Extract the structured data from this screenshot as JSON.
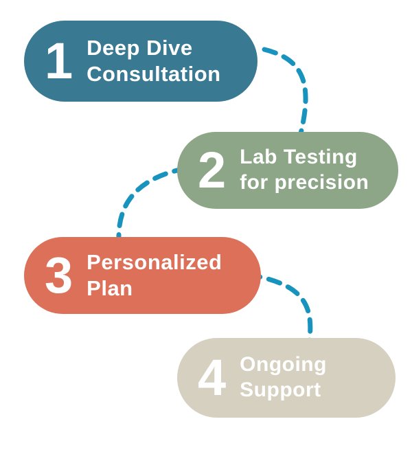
{
  "diagram": {
    "connector_color": "#1793bd",
    "steps": [
      {
        "number": "1",
        "label_line1": "Deep Dive",
        "label_line2": "Consultation",
        "color": "#397a92"
      },
      {
        "number": "2",
        "label_line1": "Lab Testing",
        "label_line2": "for precision",
        "color": "#8ca687"
      },
      {
        "number": "3",
        "label_line1": "Personalized",
        "label_line2": "Plan",
        "color": "#dd7058"
      },
      {
        "number": "4",
        "label_line1": "Ongoing",
        "label_line2": "Support",
        "color": "#d5d0bf"
      }
    ]
  }
}
